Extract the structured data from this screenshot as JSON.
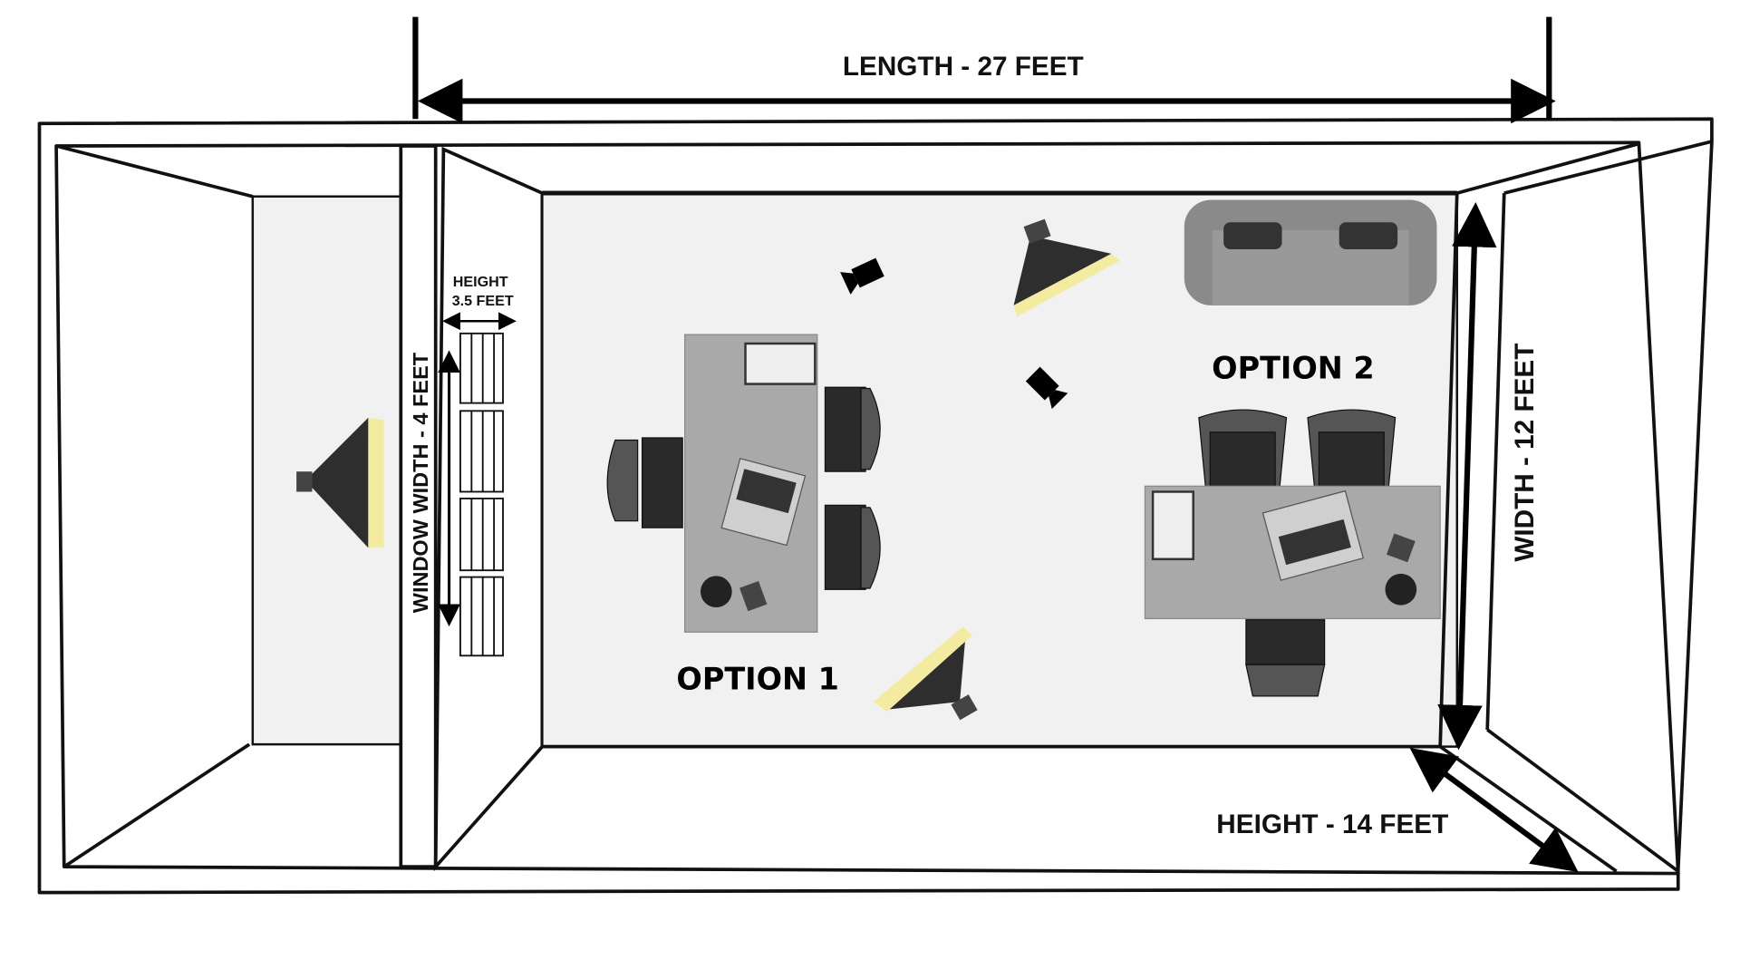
{
  "dimensions": {
    "length": "LENGTH - 27 FEET",
    "width": "WIDTH - 12 FEET",
    "height": "HEIGHT - 14 FEET",
    "window_width": "WINDOW WIDTH - 4 FEET",
    "window_height_line1": "HEIGHT",
    "window_height_line2": "3.5 FEET"
  },
  "options": {
    "option1": "OPTION 1",
    "option2": "OPTION 2"
  },
  "colors": {
    "floor": "#f1f1f1",
    "softbox_diffuser": "#f3eca0",
    "desk": "#a9a9a9",
    "sofa": "#8a8a8a",
    "outline": "#111111"
  }
}
